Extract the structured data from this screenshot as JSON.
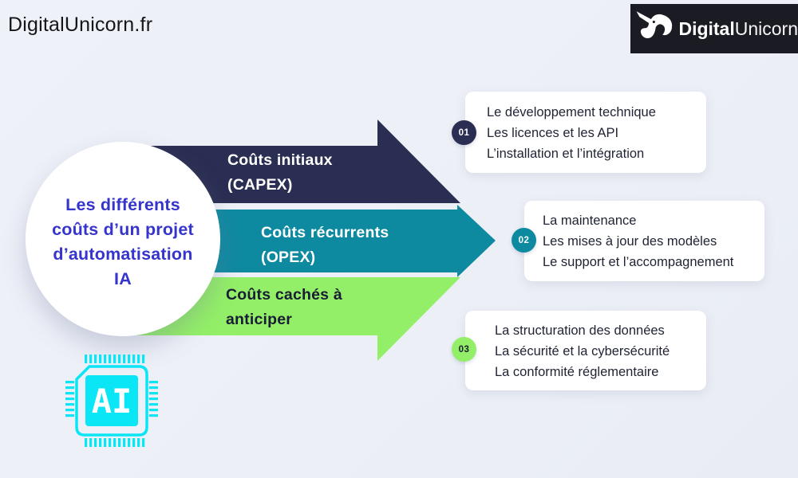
{
  "canvas": {
    "background": "#edeff7"
  },
  "header": {
    "site_text": "DigitalUnicorn.fr",
    "logo": {
      "bg": "#1b1b23",
      "brand_bold": "Digital",
      "brand_regular": "Unicorn",
      "icon": "unicorn-icon"
    }
  },
  "title_circle": {
    "lines": [
      "Les différents",
      "coûts d’un projet",
      "d’automatisation",
      "IA"
    ],
    "text_color": "#3534cb",
    "fill": "#ffffff"
  },
  "arrows": [
    {
      "line1": "Coûts initiaux",
      "line2": "(CAPEX)",
      "fill": "#2a2e52",
      "text_color": "#ffffff"
    },
    {
      "line1": "Coûts récurrents",
      "line2": "(OPEX)",
      "fill": "#0e8aa0",
      "text_color": "#ffffff"
    },
    {
      "line1": "Coûts cachés à",
      "line2": "anticiper",
      "fill": "#93ef68",
      "text_color": "#191d33"
    }
  ],
  "steps": [
    {
      "number": "01",
      "badge_bg": "#2a2e52",
      "badge_text": "#ffffff",
      "items": [
        "Le développement technique",
        "Les licences et les API",
        "L’installation et l’intégration"
      ]
    },
    {
      "number": "02",
      "badge_bg": "#0e8aa0",
      "badge_text": "#ffffff",
      "items": [
        "La maintenance",
        "Les mises à jour des modèles",
        "Le support et l’accompagnement"
      ]
    },
    {
      "number": "03",
      "badge_bg": "#93ef68",
      "badge_text": "#191d33",
      "items": [
        "La structuration des données",
        "La sécurité et la cybersécurité",
        "La conformité réglementaire"
      ]
    }
  ],
  "chip": {
    "label": "AI",
    "color": "#0ae6f6"
  }
}
